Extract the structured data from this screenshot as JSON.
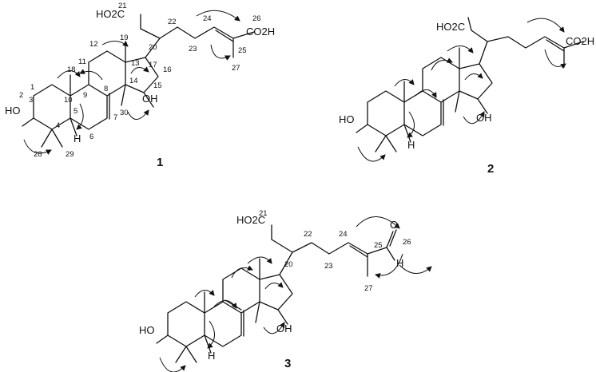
{
  "compounds": [
    {
      "id": "1",
      "groups": {
        "acid_top": "HO2C",
        "acid_side": "CO2H",
        "hydroxy_3": "HO",
        "hydroxy_15": "OH",
        "h5": "H"
      },
      "numbers": [
        "1",
        "2",
        "3",
        "4",
        "5",
        "6",
        "7",
        "8",
        "9",
        "10",
        "11",
        "12",
        "13",
        "14",
        "15",
        "16",
        "17",
        "18",
        "19",
        "20",
        "21",
        "22",
        "23",
        "24",
        "25",
        "26",
        "27",
        "28",
        "29",
        "30"
      ]
    },
    {
      "id": "2",
      "groups": {
        "acid_top": "HO2C",
        "acid_side": "CO2H",
        "hydroxy_3": "HO",
        "hydroxy_15": "OH",
        "h5": "H"
      }
    },
    {
      "id": "3",
      "groups": {
        "acid_top": "HO2C",
        "oxygen": "O",
        "h_aldehyde": "H",
        "hydroxy_3": "HO",
        "hydroxy_15": "OH",
        "h5": "H"
      },
      "numbers": [
        "20",
        "21",
        "22",
        "23",
        "24",
        "25",
        "26",
        "27"
      ]
    }
  ]
}
